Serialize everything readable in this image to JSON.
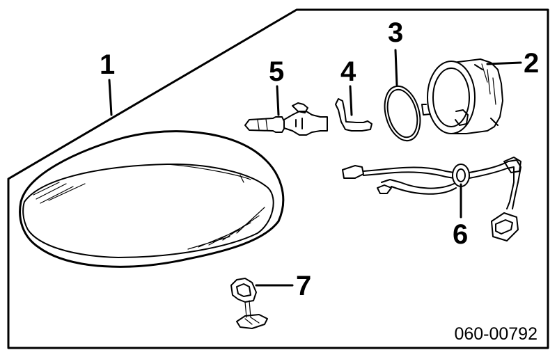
{
  "diagram": {
    "callouts": [
      {
        "label": "1",
        "part": "headlamp-assembly"
      },
      {
        "label": "2",
        "part": "bulb-socket"
      },
      {
        "label": "3",
        "part": "o-ring"
      },
      {
        "label": "4",
        "part": "retaining-clip"
      },
      {
        "label": "5",
        "part": "bulb"
      },
      {
        "label": "6",
        "part": "wiring-harness"
      },
      {
        "label": "7",
        "part": "adjuster-bracket"
      }
    ],
    "part_number": "060-00792"
  }
}
